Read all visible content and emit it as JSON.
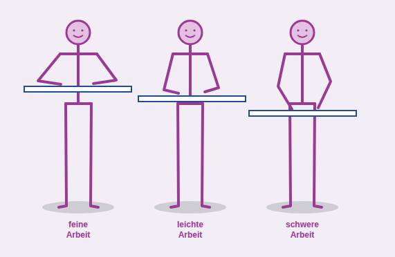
{
  "diagram": {
    "labels": [
      "feine Arbeit",
      "leichte Arbeit",
      "schwere Arbeit"
    ]
  }
}
